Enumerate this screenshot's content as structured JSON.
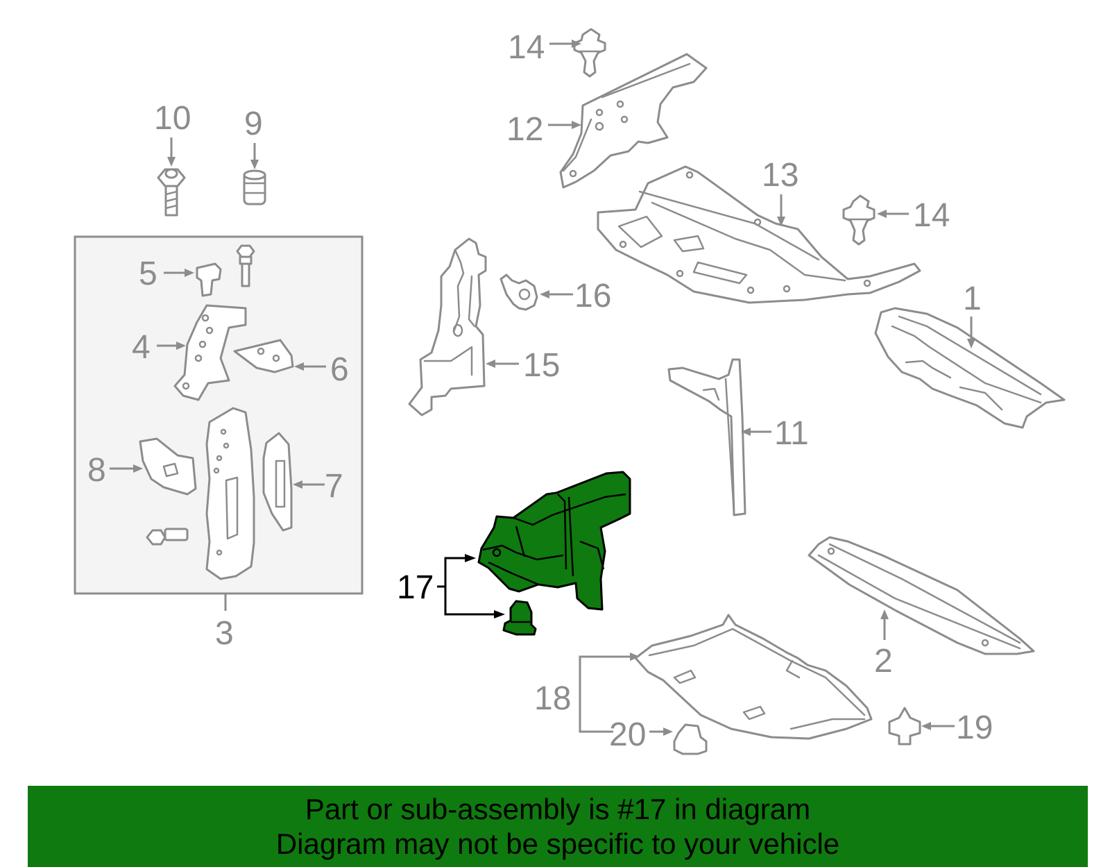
{
  "diagram": {
    "callouts": {
      "c1": "1",
      "c2": "2",
      "c3": "3",
      "c4": "4",
      "c5": "5",
      "c6": "6",
      "c7": "7",
      "c8": "8",
      "c9": "9",
      "c10": "10",
      "c11": "11",
      "c12": "12",
      "c13": "13",
      "c14a": "14",
      "c14b": "14",
      "c15": "15",
      "c16": "16",
      "c17": "17",
      "c18": "18",
      "c19": "19",
      "c20": "20"
    },
    "highlight_part": "17",
    "colors": {
      "line_gray": "#8c8c8c",
      "highlight_fill": "#0f7a0f",
      "group_box_fill": "#f4f4f4",
      "banner_fill": "#0f7a0f"
    }
  },
  "banner": {
    "line1": "Part or sub-assembly is #17 in diagram",
    "line2": "Diagram may not be specific to your vehicle"
  }
}
